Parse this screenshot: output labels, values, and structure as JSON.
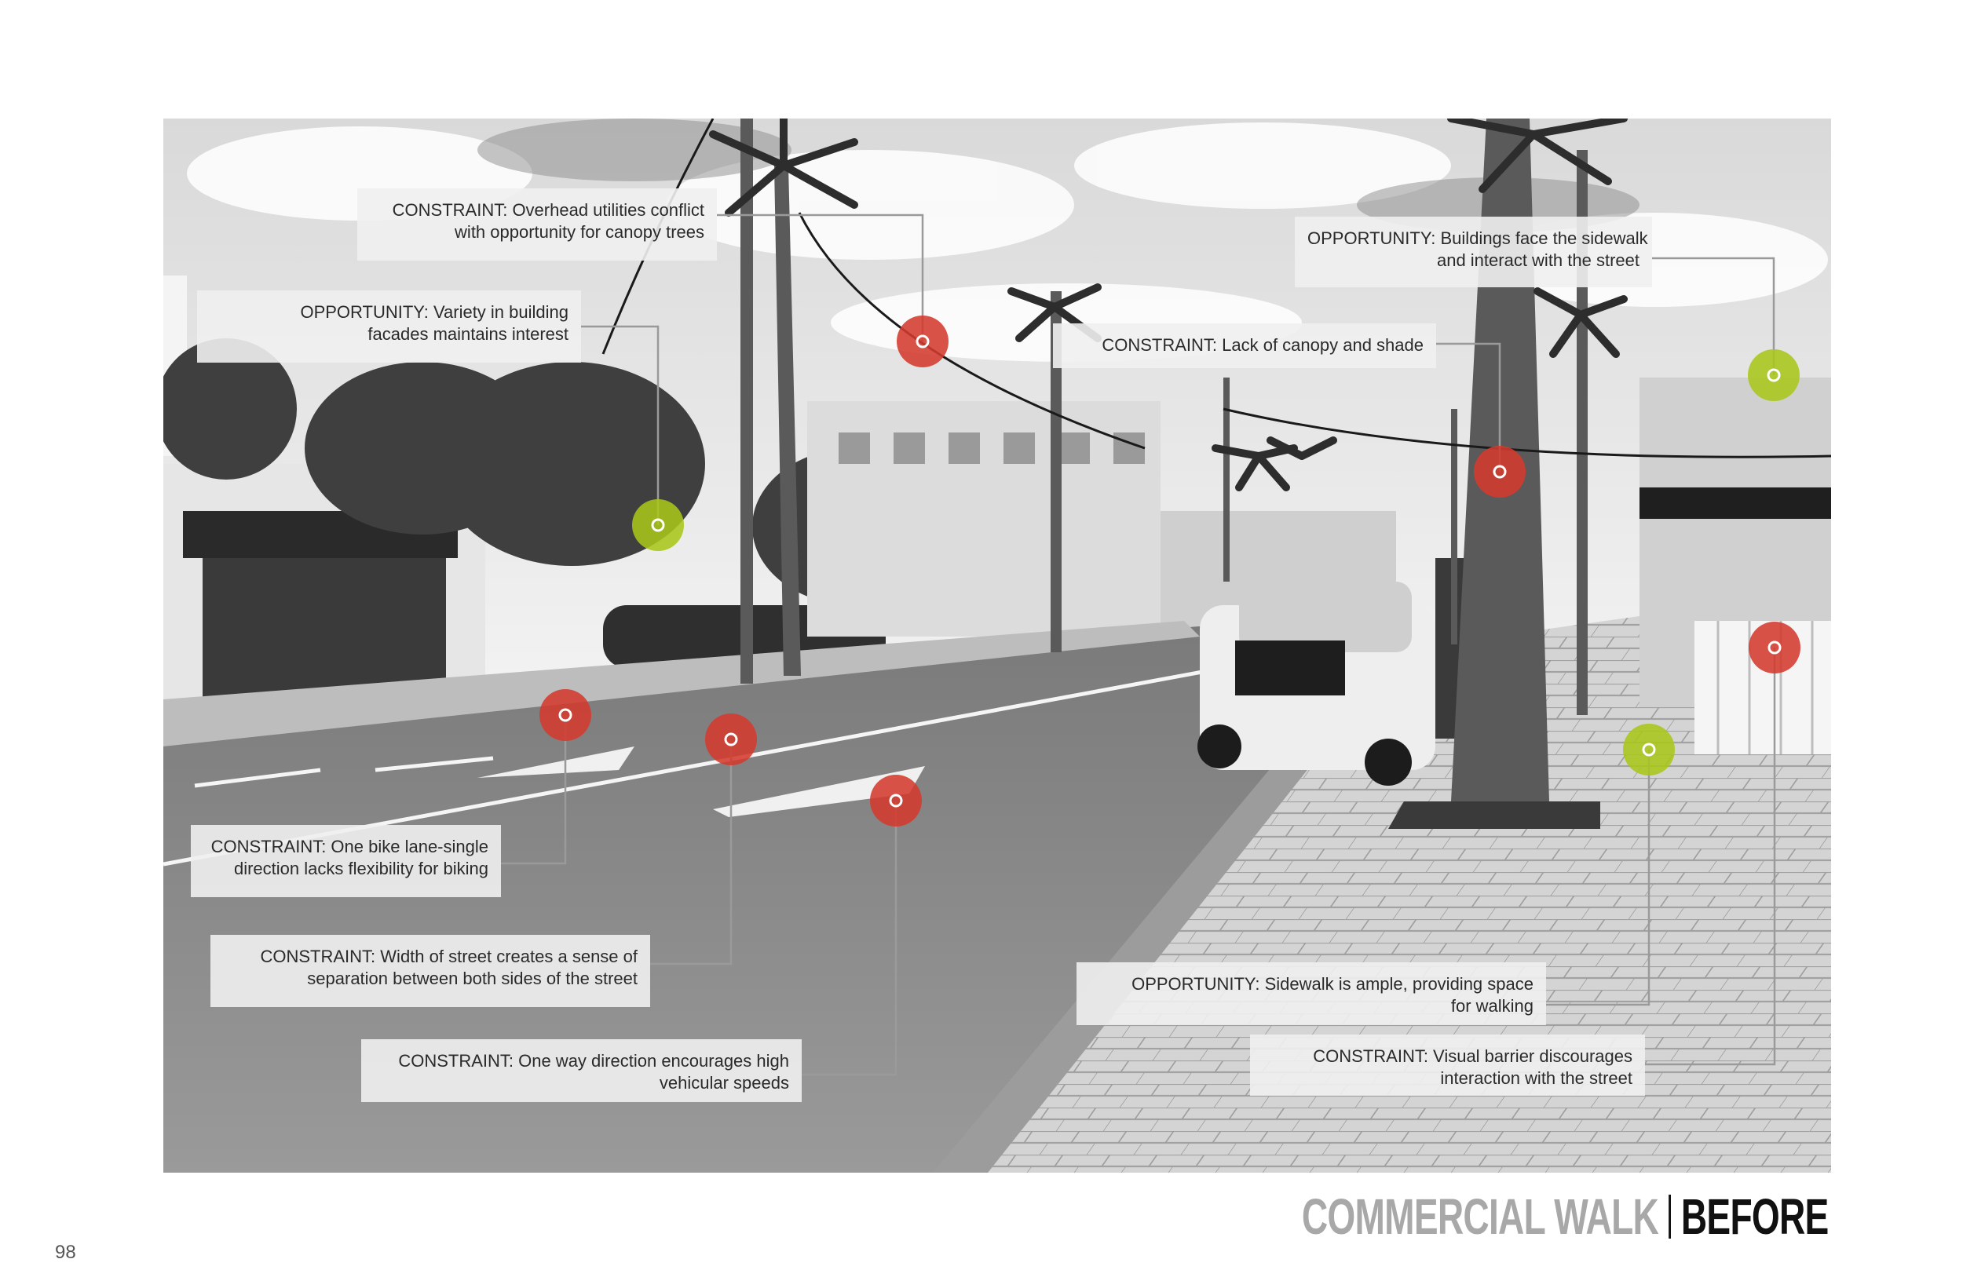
{
  "page": {
    "number": "98",
    "title": "COMMERCIAL WALK",
    "title_accent": "BEFORE"
  },
  "colors": {
    "constraint_marker": "#d43a2f",
    "opportunity_marker": "#a9c61a",
    "leader_line": "#9a9a9a",
    "title_gray": "#a8a8a8",
    "title_black": "#111111"
  },
  "callouts": [
    {
      "type": "constraint",
      "line1": "CONSTRAINT: Overhead utilities conflict",
      "line2": "with opportunity for canopy trees"
    },
    {
      "type": "opportunity",
      "line1": "OPPORTUNITY: Variety in building",
      "line2": "facades maintains interest"
    },
    {
      "type": "constraint",
      "line1": "CONSTRAINT: Lack of canopy and shade",
      "line2": ""
    },
    {
      "type": "opportunity",
      "line1": "OPPORTUNITY: Buildings face the sidewalk",
      "line2": "and interact with the street"
    },
    {
      "type": "constraint",
      "line1": "CONSTRAINT: One bike lane-single",
      "line2": "direction lacks flexibility for biking"
    },
    {
      "type": "constraint",
      "line1": "CONSTRAINT: Width of street creates a sense of",
      "line2": "separation between both sides of the street"
    },
    {
      "type": "constraint",
      "line1": "CONSTRAINT: One way direction encourages high",
      "line2": "vehicular speeds"
    },
    {
      "type": "opportunity",
      "line1": "OPPORTUNITY: Sidewalk is ample, providing space",
      "line2": "for walking"
    },
    {
      "type": "constraint",
      "line1": "CONSTRAINT: Visual barrier discourages",
      "line2": "interaction with the street"
    }
  ]
}
